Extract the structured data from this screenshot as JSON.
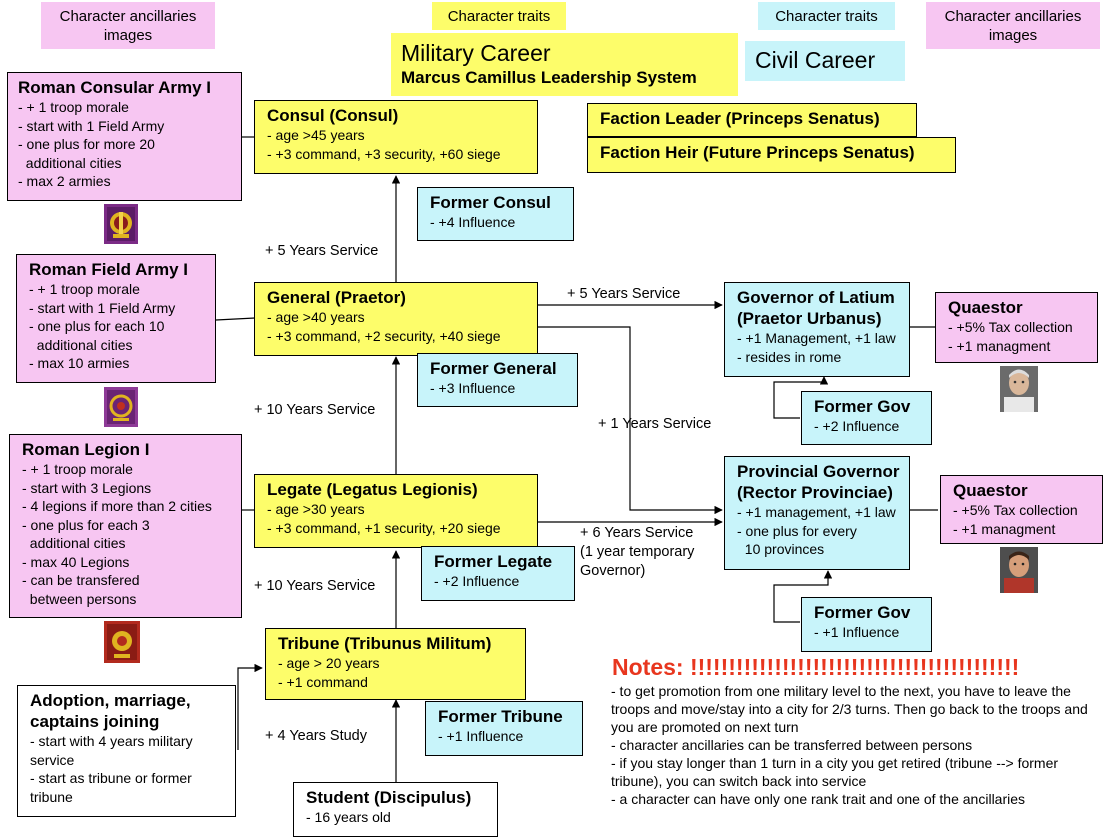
{
  "headers": {
    "ancillaries_left": "Character ancillaries images",
    "traits_left": "Character traits",
    "traits_right": "Character traits",
    "ancillaries_right": "Character ancillaries images"
  },
  "military_career": {
    "title": "Military Career",
    "subtitle": "Marcus Camillus Leadership System"
  },
  "civil_career": {
    "title": "Civil Career"
  },
  "faction": {
    "leader": "Faction Leader (Princeps Senatus)",
    "heir": "Faction Heir (Future Princeps Senatus)"
  },
  "ancillaries": [
    {
      "title": "Roman Consular Army I",
      "lines": [
        "- + 1 troop morale",
        "- start with 1 Field Army",
        "- one plus for more 20",
        "  additional cities",
        "- max 2 armies"
      ],
      "icon": "consular-army-standard-icon"
    },
    {
      "title": "Roman Field Army I",
      "lines": [
        "- + 1 troop morale",
        "- start with 1 Field Army",
        "- one plus for each 10",
        "  additional cities",
        "- max 10 armies"
      ],
      "icon": "field-army-standard-icon"
    },
    {
      "title": "Roman Legion I",
      "lines": [
        "- + 1 troop morale",
        "- start with 3 Legions",
        "- 4 legions if more than 2 cities",
        "- one plus for each 3",
        "  additional cities",
        "- max 40 Legions",
        "- can be transfered",
        "  between persons"
      ],
      "icon": "legion-standard-icon"
    }
  ],
  "adoption": {
    "title": "Adoption, marriage, captains joining",
    "lines": [
      "- start with 4 years military service",
      "- start as tribune or former tribune"
    ]
  },
  "ranks": {
    "consul": {
      "title": "Consul  (Consul)",
      "lines": [
        "- age >45 years",
        "- +3 command, +3 security, +60 siege"
      ]
    },
    "general": {
      "title": "General (Praetor)",
      "lines": [
        "- age >40 years",
        "- +3 command, +2 security, +40 siege"
      ]
    },
    "legate": {
      "title": "Legate (Legatus Legionis)",
      "lines": [
        "- age >30 years",
        "- +3 command, +1 security, +20 siege"
      ]
    },
    "tribune": {
      "title": "Tribune (Tribunus Militum)",
      "lines": [
        "- age > 20 years",
        "- +1 command"
      ]
    },
    "student": {
      "title": "Student (Discipulus)",
      "lines": [
        "- 16 years old"
      ]
    }
  },
  "former": {
    "consul": {
      "title": "Former Consul",
      "line": "- +4 Influence"
    },
    "general": {
      "title": "Former General",
      "line": "- +3 Influence"
    },
    "legate": {
      "title": "Former Legate",
      "line": "- +2 Influence"
    },
    "tribune": {
      "title": "Former Tribune",
      "line": "- +1 Influence"
    },
    "gov_latium": {
      "title": "Former Gov",
      "line": "- +2 Influence"
    },
    "gov_provincial": {
      "title": "Former Gov",
      "line": "- +1 Influence"
    }
  },
  "governors": {
    "latium": {
      "title1": "Governor of Latium",
      "title2": "(Praetor Urbanus)",
      "lines": [
        "- +1 Management, +1 law",
        "- resides in rome"
      ]
    },
    "provincial": {
      "title1": "Provincial Governor",
      "title2": "(Rector Provinciae)",
      "lines": [
        "- +1 management, +1 law",
        "- one plus for every",
        "  10 provinces"
      ]
    }
  },
  "quaestors": [
    {
      "title": "Quaestor",
      "lines": [
        "- +5% Tax collection",
        "- +1 managment"
      ],
      "portrait": "elder-portrait-icon"
    },
    {
      "title": "Quaestor",
      "lines": [
        "- +5% Tax collection",
        "- +1 managment"
      ],
      "portrait": "young-portrait-icon"
    }
  ],
  "service_labels": {
    "to_consul": "+ 5 Years Service",
    "to_general": "+ 10 Years Service",
    "to_legate": "+ 10 Years Service",
    "to_tribune": "+ 4 Years Study",
    "to_latium": "+ 5 Years Service",
    "general_to_provincial": "+ 1 Years Service",
    "legate_to_provincial": [
      "+ 6 Years Service",
      "(1 year temporary",
      "Governor)"
    ]
  },
  "notes": {
    "title": "Notes: !!!!!!!!!!!!!!!!!!!!!!!!!!!!!!!!!!!!!!!!!!!",
    "lines": [
      "- to get promotion from one military level to the next, you have to leave the troops and move/stay into a city for 2/3 turns. Then go back to the troops  and you are promoted on next turn",
      "- character ancillaries can be transferred between persons",
      "- if you stay longer than 1 turn in a city you get retired (tribune --> former tribune),  you can switch back into service",
      "- a character can have only one rank trait and one of the ancillaries"
    ]
  },
  "colors": {
    "ancillary": "#f7c6f2",
    "military": "#fdfd6a",
    "civil": "#c8f4fa",
    "notes_title": "#e8361e"
  }
}
